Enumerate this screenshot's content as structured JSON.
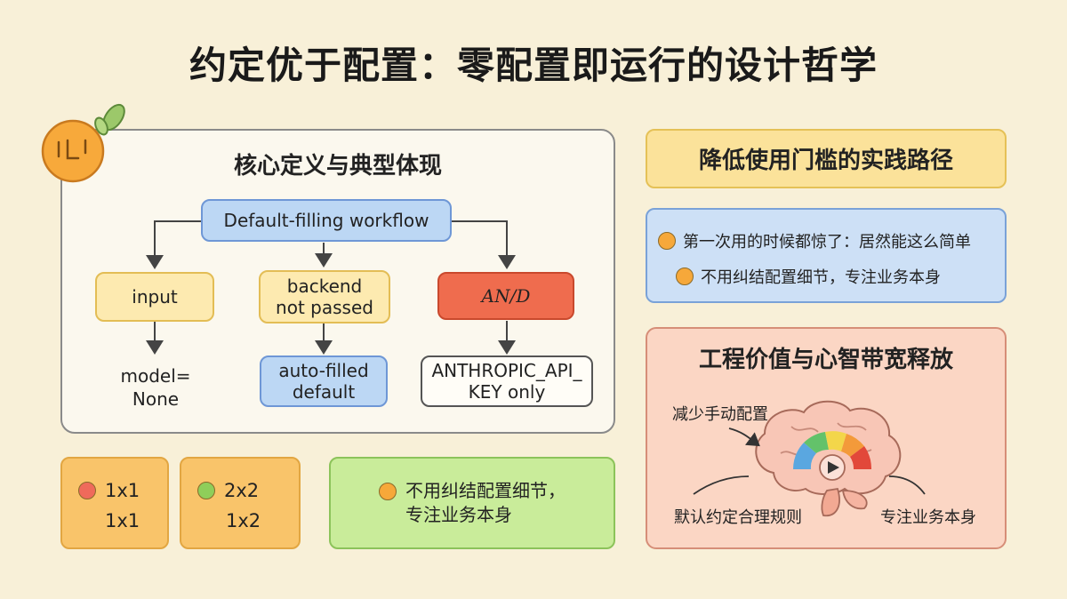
{
  "title": "约定优于配置：零配置即运行的设计哲学",
  "left_panel": {
    "title": "核心定义与典型体现",
    "root": "Default-filling workflow",
    "branches": [
      {
        "top": "input",
        "bottom": "model=\nNone"
      },
      {
        "top": "backend\nnot passed",
        "bottom": "auto-filled\ndefault"
      },
      {
        "top": "AN/D",
        "bottom": "ANTHROPIC_API_\nKEY only"
      }
    ]
  },
  "grid_boxes": [
    {
      "line1": "1x1",
      "line2": "1x1",
      "dot_color": "#ef6a5b"
    },
    {
      "line1": "2x2",
      "line2": "1x2",
      "dot_color": "#8fce5a"
    }
  ],
  "green_box": {
    "text": "不用纠结配置细节，\n专注业务本身",
    "dot_color": "#f6a83a"
  },
  "right_top": {
    "title": "降低使用门槛的实践路径",
    "bullets": [
      "第一次用的时候都惊了：居然能这么简单",
      "不用纠结配置细节，专注业务本身"
    ],
    "dot_color": "#f6a83a"
  },
  "right_bottom": {
    "title": "工程价值与心智带宽释放",
    "labels": {
      "top_left": "减少手动配置",
      "bottom_left": "默认约定合理规则",
      "bottom_right": "专注业务本身"
    }
  },
  "colors": {
    "background": "#f8f0d8",
    "blue": "#bcd7f4",
    "yellow": "#fdeab0",
    "red": "#ef6c4e",
    "orange": "#f9c46a",
    "green": "#c9ec9a",
    "pink": "#fbd6c4"
  },
  "icons": {
    "mascot": "orange-fruit-icon",
    "brain": "brain-gauge-icon"
  }
}
